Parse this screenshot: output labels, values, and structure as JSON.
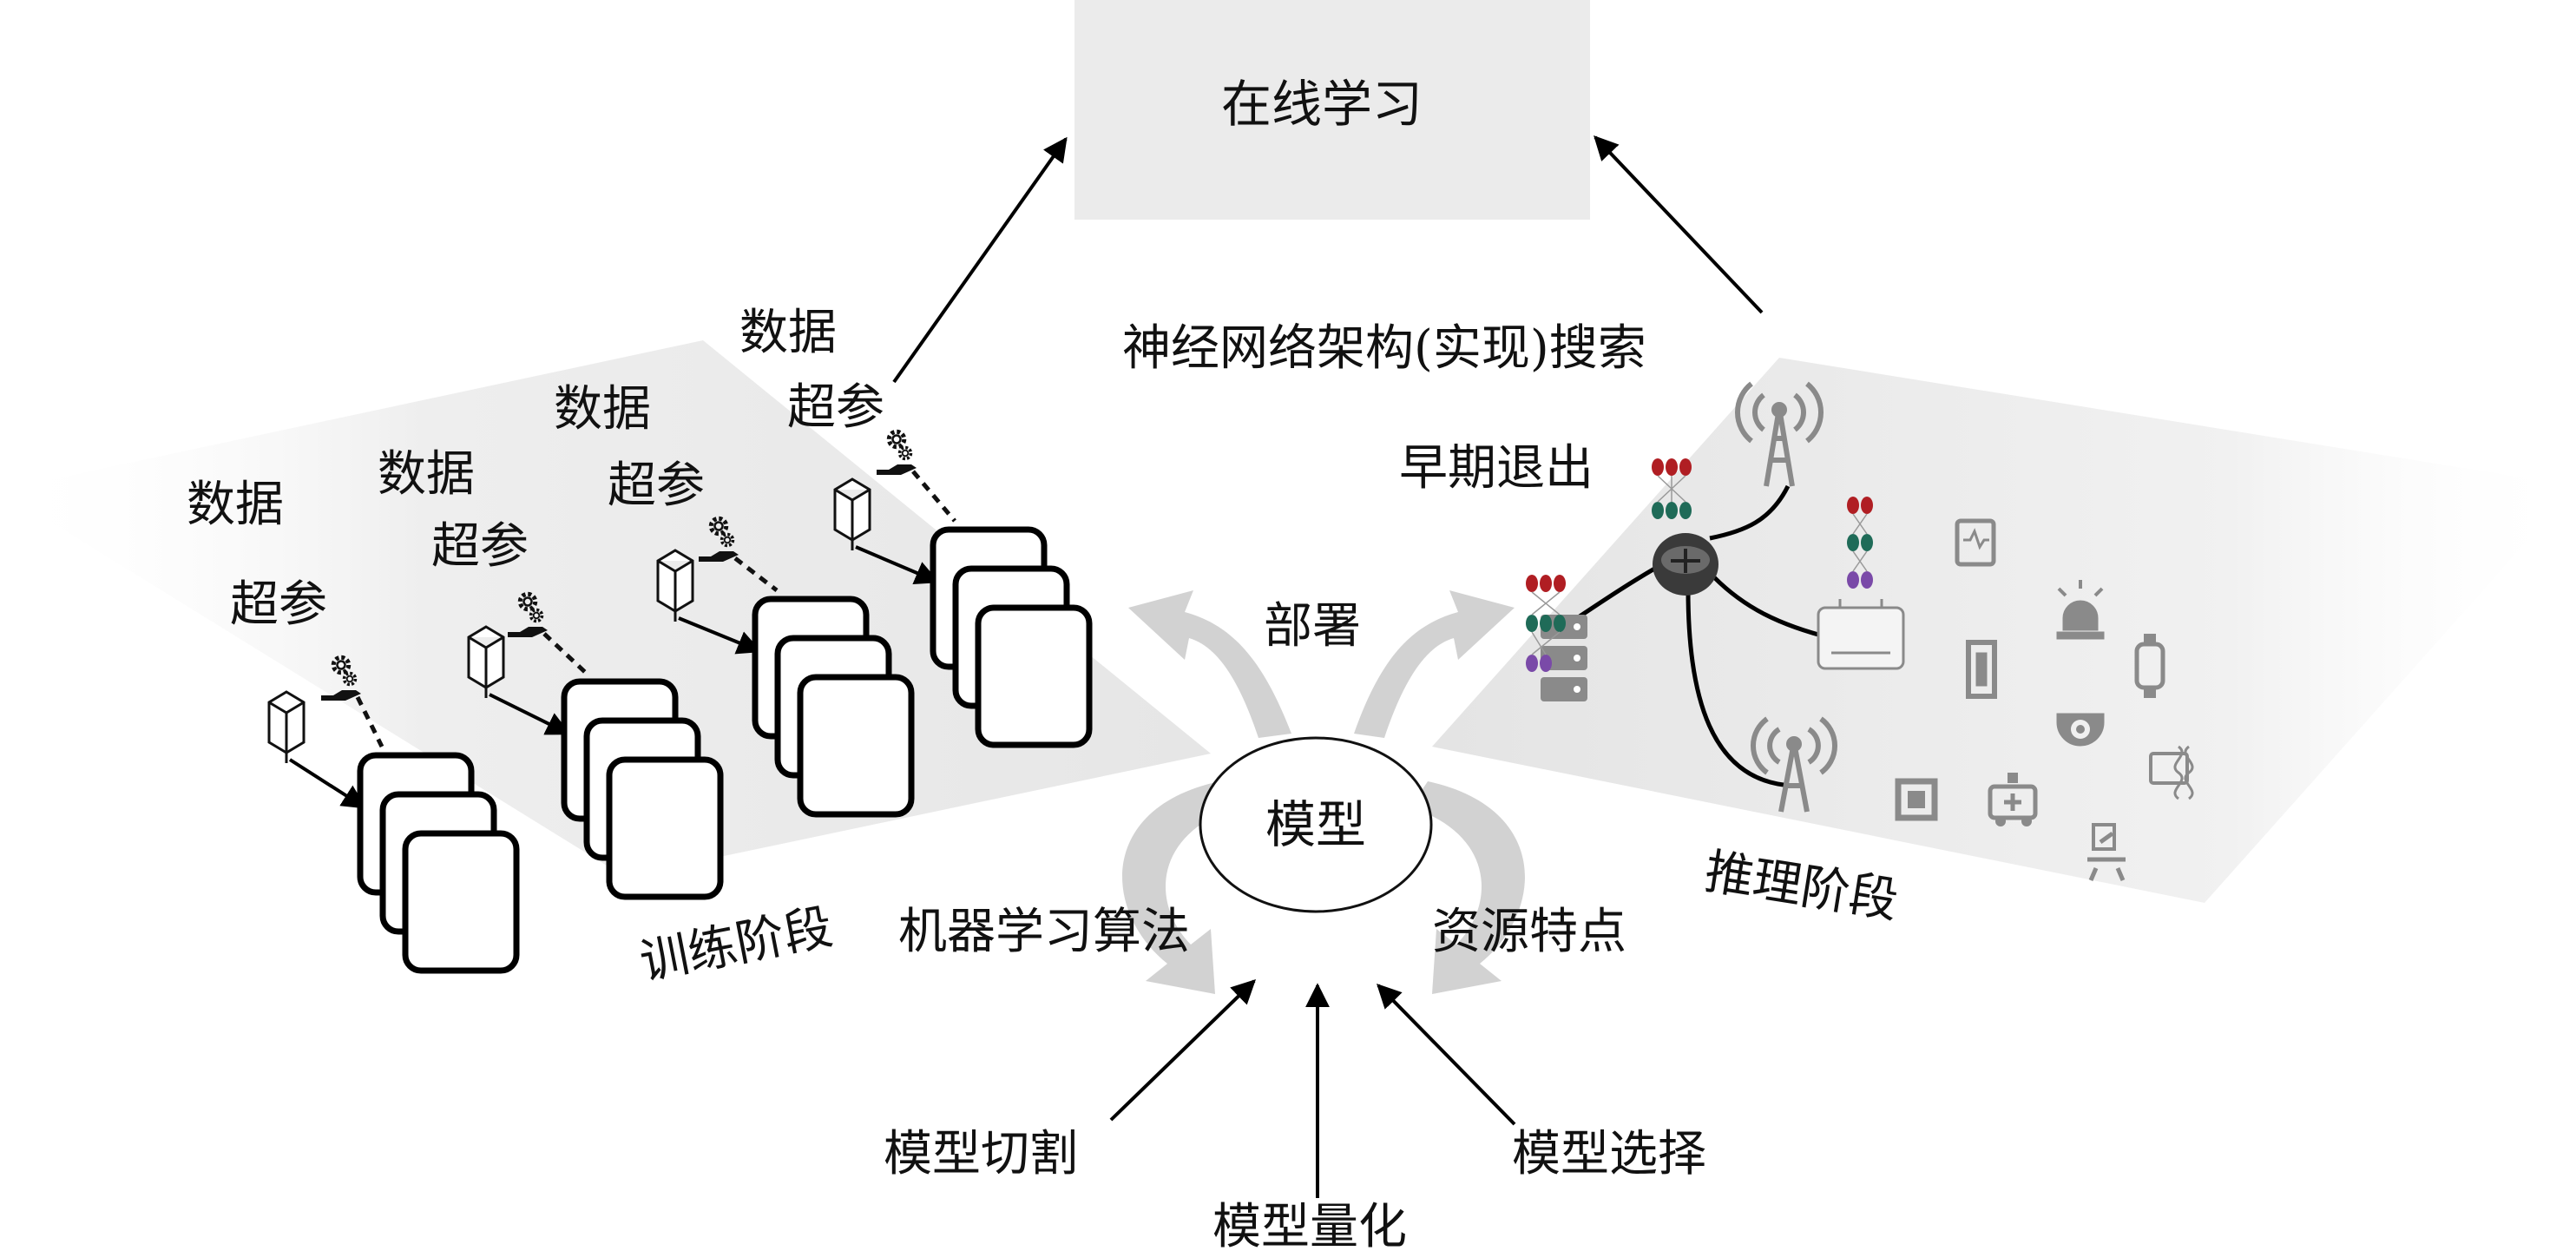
{
  "top_box": {
    "label": "在线学习"
  },
  "center": {
    "label": "模型"
  },
  "training": {
    "stage_label": "训练阶段",
    "groups": [
      {
        "data_label": "数据",
        "hyper_label": "超参"
      },
      {
        "data_label": "数据",
        "hyper_label": "超参"
      },
      {
        "data_label": "数据",
        "hyper_label": "超参"
      },
      {
        "data_label": "数据",
        "hyper_label": "超参"
      }
    ]
  },
  "inference": {
    "stage_label": "推理阶段",
    "nas_label": "神经网络架构(实现)搜索",
    "early_exit_label": "早期退出"
  },
  "arrows": {
    "deploy_label": "部署",
    "ml_algo_label": "机器学习算法",
    "resource_label": "资源特点"
  },
  "bottom": {
    "partition_label": "模型切割",
    "quantize_label": "模型量化",
    "select_label": "模型选择"
  },
  "colors": {
    "panel_shade": "#ececec",
    "top_box_fill": "#ebebeb",
    "curved_arrow": "#cfcfcf",
    "node_red": "#b01e23",
    "node_green": "#1f6b58",
    "node_purple": "#7a4aa8",
    "device_gray": "#8a8a8a"
  }
}
